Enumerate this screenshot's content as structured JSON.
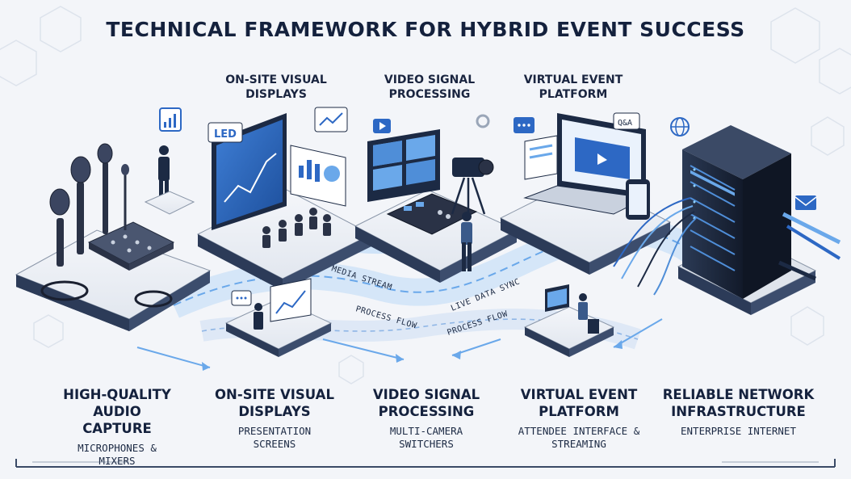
{
  "title": "TECHNICAL FRAMEWORK FOR HYBRID EVENT SUCCESS",
  "top_labels": {
    "onsite": "ON-SITE VISUAL DISPLAYS",
    "video": "VIDEO SIGNAL PROCESSING",
    "virtual": "VIRTUAL EVENT PLATFORM"
  },
  "screen_badges": {
    "led": "LED",
    "qa": "Q&A"
  },
  "flow_labels": {
    "media_stream": "MEDIA STREAM",
    "live_data_sync": "LIVE DATA SYNC",
    "process_flow_left": "PROCESS FLOW",
    "process_flow_right": "PROCESS FLOW"
  },
  "columns": [
    {
      "title": "HIGH-QUALITY AUDIO CAPTURE",
      "subtitle": "MICROPHONES & MIXERS"
    },
    {
      "title": "ON-SITE VISUAL DISPLAYS",
      "subtitle": "PRESENTATION SCREENS"
    },
    {
      "title": "VIDEO SIGNAL PROCESSING",
      "subtitle": "MULTI-CAMERA SWITCHERS"
    },
    {
      "title": "VIRTUAL EVENT PLATFORM",
      "subtitle": "ATTENDEE INTERFACE & STREAMING"
    },
    {
      "title": "RELIABLE NETWORK INFRASTRUCTURE",
      "subtitle": "ENTERPRISE INTERNET"
    }
  ],
  "icons": {
    "audio": "microphone-icon",
    "display": "presentation-screen-icon",
    "video": "video-camera-icon",
    "platform": "laptop-icon",
    "network": "server-rack-icon",
    "chat": "chat-bubble-icon",
    "globe": "globe-icon",
    "mail": "envelope-icon",
    "gear": "gear-icon"
  },
  "colors": {
    "accent_blue": "#2d68c4",
    "navy": "#14213d",
    "platform_gray": "#dfe4ec",
    "flow_blue": "#8fc0f0"
  }
}
